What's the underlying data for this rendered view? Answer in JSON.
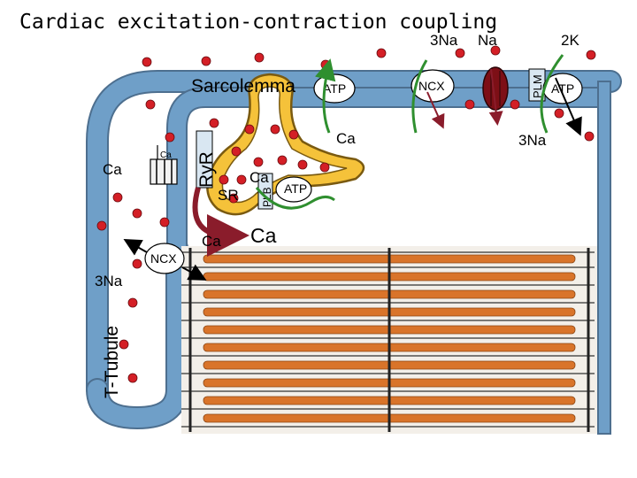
{
  "title": "Cardiac excitation-contraction coupling",
  "labels": {
    "sarcolemma": "Sarcolemma",
    "t_tubule": "T-Tubule",
    "sr": "SR",
    "ryr": "RyR",
    "plb": "PLB",
    "plm": "PLM",
    "ca_channel": "Ca",
    "ca_entry": "Ca",
    "ca_release": "Ca",
    "ca_sr_uptake": "Ca",
    "ca_cytosol": "Ca",
    "ca_big": "Ca",
    "ca_ncx_top": "Ca",
    "na3_ncx_top": "3Na",
    "na_channel": "Na",
    "k2_pump": "2K",
    "na3_pump": "3Na",
    "na3_ncx_left": "3Na"
  },
  "ovals": {
    "atp_top": "ATP",
    "ncx_top": "NCX",
    "atp_pump": "ATP",
    "atp_serca": "ATP",
    "ncx_left": "NCX"
  },
  "colors": {
    "membrane": "#6f9fc8",
    "membrane_edge": "#4d6f8f",
    "sr_fill": "#f5c23a",
    "sr_edge": "#7a5a10",
    "ion_red": "#d41f26",
    "uptake_green": "#2f8f2f",
    "release_maroon": "#8a1c2b",
    "myofilament": "#d9742a"
  }
}
